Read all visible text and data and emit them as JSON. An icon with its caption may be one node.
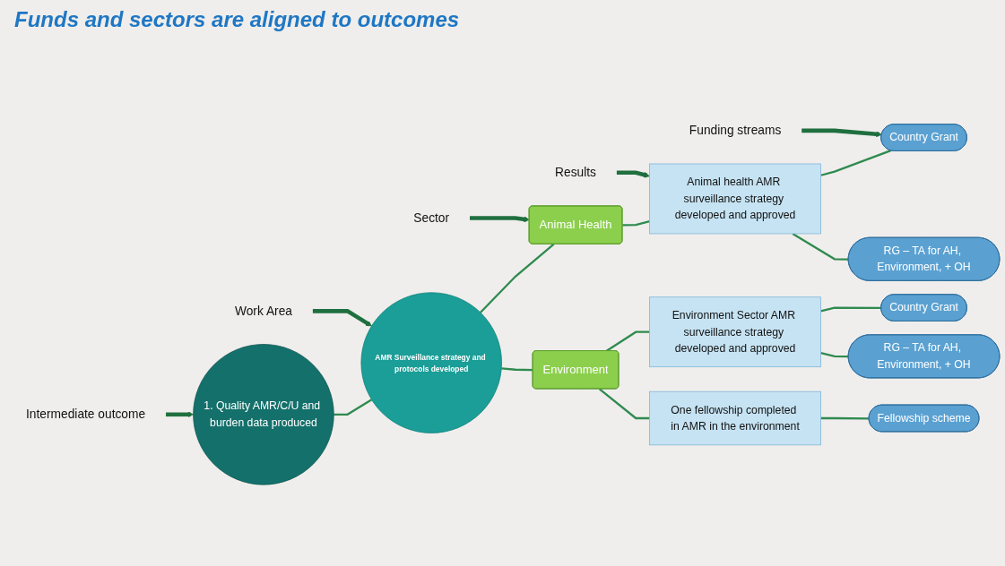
{
  "diagram": {
    "title": "Funds and sectors are aligned to outcomes",
    "nodes": [
      {
        "text": [
          "Intermediate outcome"
        ]
      },
      {
        "text": [
          "Work Area"
        ]
      },
      {
        "text": [
          "Sector"
        ]
      },
      {
        "text": [
          "Results"
        ]
      },
      {
        "text": [
          "Funding streams"
        ]
      },
      {
        "text": [
          "1. Quality AMR/C/U and burden data produced"
        ]
      },
      {
        "text": [
          "AMR Surveillance strategy and protocols developed"
        ]
      },
      {
        "text": [
          "Animal Health"
        ]
      },
      {
        "text": [
          "Environment"
        ]
      },
      {
        "text": [
          "Animal health AMR surveillance strategy developed and approved"
        ]
      },
      {
        "text": [
          "Environment Sector AMR surveillance strategy developed and approved"
        ]
      },
      {
        "text": [
          "One fellowship completed in AMR in the environment"
        ]
      },
      {
        "text": [
          "Country Grant"
        ]
      },
      {
        "text": [
          "RG – TA for AH, Environment, + OH"
        ]
      },
      {
        "text": [
          "Country Grant"
        ]
      },
      {
        "text": [
          "RG – TA for AH, Environment, + OH"
        ]
      },
      {
        "text": [
          "Fellowship scheme"
        ]
      }
    ],
    "edges": [
      {
        "from": 0,
        "to": 5,
        "arrow": "to",
        "style": "thick",
        "color": "#1f6f3f"
      },
      {
        "from": 1,
        "to": 6,
        "arrow": "to",
        "style": "thick",
        "color": "#1f6f3f"
      },
      {
        "from": 2,
        "to": 7,
        "arrow": "to",
        "style": "thick",
        "color": "#1f6f3f"
      },
      {
        "from": 3,
        "to": 9,
        "arrow": "to",
        "style": "thick",
        "color": "#1f6f3f"
      },
      {
        "from": 4,
        "to": 12,
        "arrow": "to",
        "style": "thick",
        "color": "#1f6f3f"
      },
      {
        "from": 5,
        "to": 6,
        "arrow": "none"
      },
      {
        "from": 6,
        "to": 7,
        "arrow": "none"
      },
      {
        "from": 6,
        "to": 8,
        "arrow": "none"
      },
      {
        "from": 7,
        "to": 9,
        "arrow": "none"
      },
      {
        "from": 8,
        "to": 10,
        "arrow": "none"
      },
      {
        "from": 8,
        "to": 11,
        "arrow": "none"
      },
      {
        "from": 9,
        "to": 12,
        "arrow": "none"
      },
      {
        "from": 9,
        "to": 13,
        "arrow": "none"
      },
      {
        "from": 10,
        "to": 14,
        "arrow": "none"
      },
      {
        "from": 10,
        "to": 15,
        "arrow": "none"
      },
      {
        "from": 11,
        "to": 16,
        "arrow": "none"
      }
    ]
  }
}
